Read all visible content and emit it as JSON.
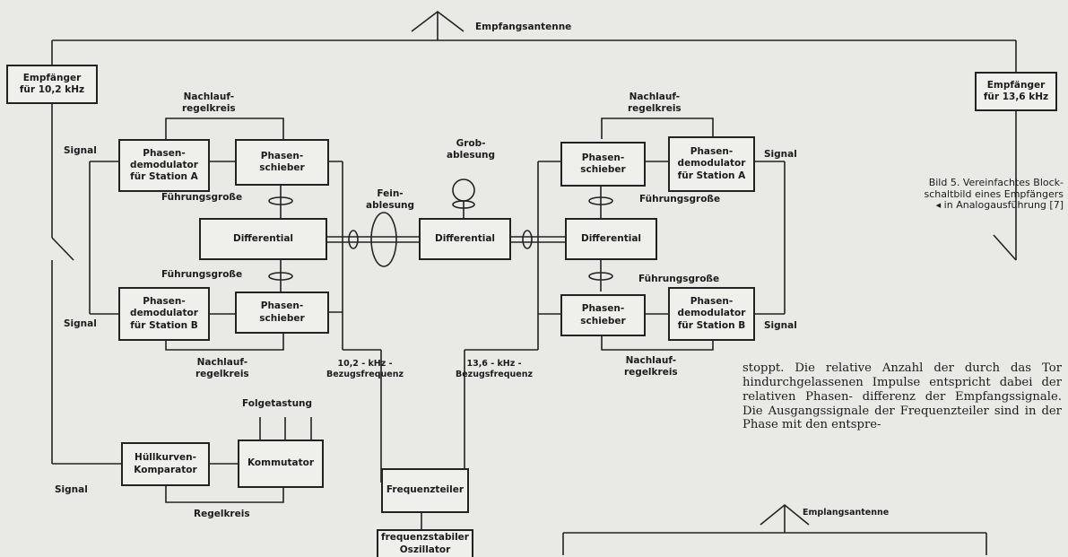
{
  "antenna_top": "Empfangsantenne",
  "antenna_bottom": "Emplangsantenne",
  "receiver_left": "Empfänger\nfür 10,2 kHz",
  "receiver_right": "Empfänger\nfür 13,6 kHz",
  "left": {
    "loop_top": "Nachlauf-\nregelkreis",
    "loop_bottom": "Nachlauf-\nregelkreis",
    "signal_top": "Signal",
    "signal_bottom": "Signal",
    "demod_a": "Phasen-\ndemodulator\nfür Station A",
    "demod_b": "Phasen-\ndemodulator\nfür Station B",
    "shifter_top": "Phasen-\nschieber",
    "shifter_bottom": "Phasen-\nschieber",
    "fuehrung_top": "Führungsgroße",
    "fuehrung_bottom": "Führungsgroße",
    "differential": "Differential",
    "freq": "10,2 - kHz -\nBezugsfrequenz"
  },
  "right": {
    "loop_top": "Nachlauf-\nregelkreis",
    "loop_bottom": "Nachlauf-\nregelkreis",
    "signal_top": "Signal",
    "signal_bottom": "Signal",
    "demod_a": "Phasen-\ndemodulator\nfür Station A",
    "demod_b": "Phasen-\ndemodulator\nfür Station B",
    "shifter_top": "Phasen-\nschieber",
    "shifter_bottom": "Phasen-\nschieber",
    "fuehrung_top": "Führungsgroße",
    "fuehrung_bottom": "Führungsgroße",
    "differential": "Differential",
    "freq": "13,6 - kHz -\nBezugsfrequenz"
  },
  "center": {
    "differential": "Differential",
    "grob": "Grob-\nablesung",
    "fein": "Fein-\nablesung"
  },
  "bottom": {
    "folgetastung": "Folgetastung",
    "huellkurven": "Hüllkurven-\nKomparator",
    "kommutator": "Kommutator",
    "signal": "Signal",
    "regelkreis": "Regelkreis",
    "frequenzteiler": "Frequenzteiler",
    "oszillator": "frequenzstabiler\nOszillator"
  },
  "caption": "Bild 5. Vereinfachtes Block-\nschaltbild eines Empfängers\n◂    in Analogausführung [7]",
  "body_text": "stoppt. Die relative Anzahl der durch das Tor hindurchgelassenen Impulse entspricht dabei der relativen Phasen- differenz der Empfangssignale. Die Ausgangssignale der Frequenzteiler sind in der Phase mit den entspre-"
}
